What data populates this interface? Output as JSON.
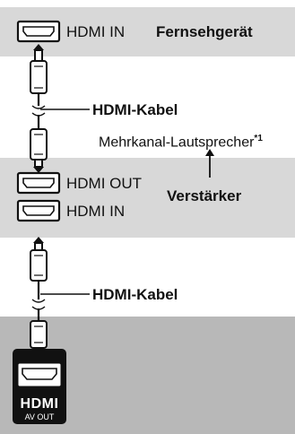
{
  "tv": {
    "port_label": "HDMI IN",
    "device_label": "Fernsehgerät"
  },
  "cable_top": {
    "label": "HDMI-Kabel"
  },
  "speaker": {
    "label": "Mehrkanal-Lautsprecher",
    "footnote": "*1"
  },
  "amplifier": {
    "port_out_label": "HDMI OUT",
    "port_in_label": "HDMI IN",
    "device_label": "Verstärker"
  },
  "cable_bottom": {
    "label": "HDMI-Kabel"
  },
  "player": {
    "logo_text": "HDMI",
    "port_label": "AV OUT"
  },
  "colors": {
    "band": "#d8d8d8",
    "player_band": "#b8b8b8",
    "badge": "#111111",
    "port_fill": "#ffffff"
  }
}
